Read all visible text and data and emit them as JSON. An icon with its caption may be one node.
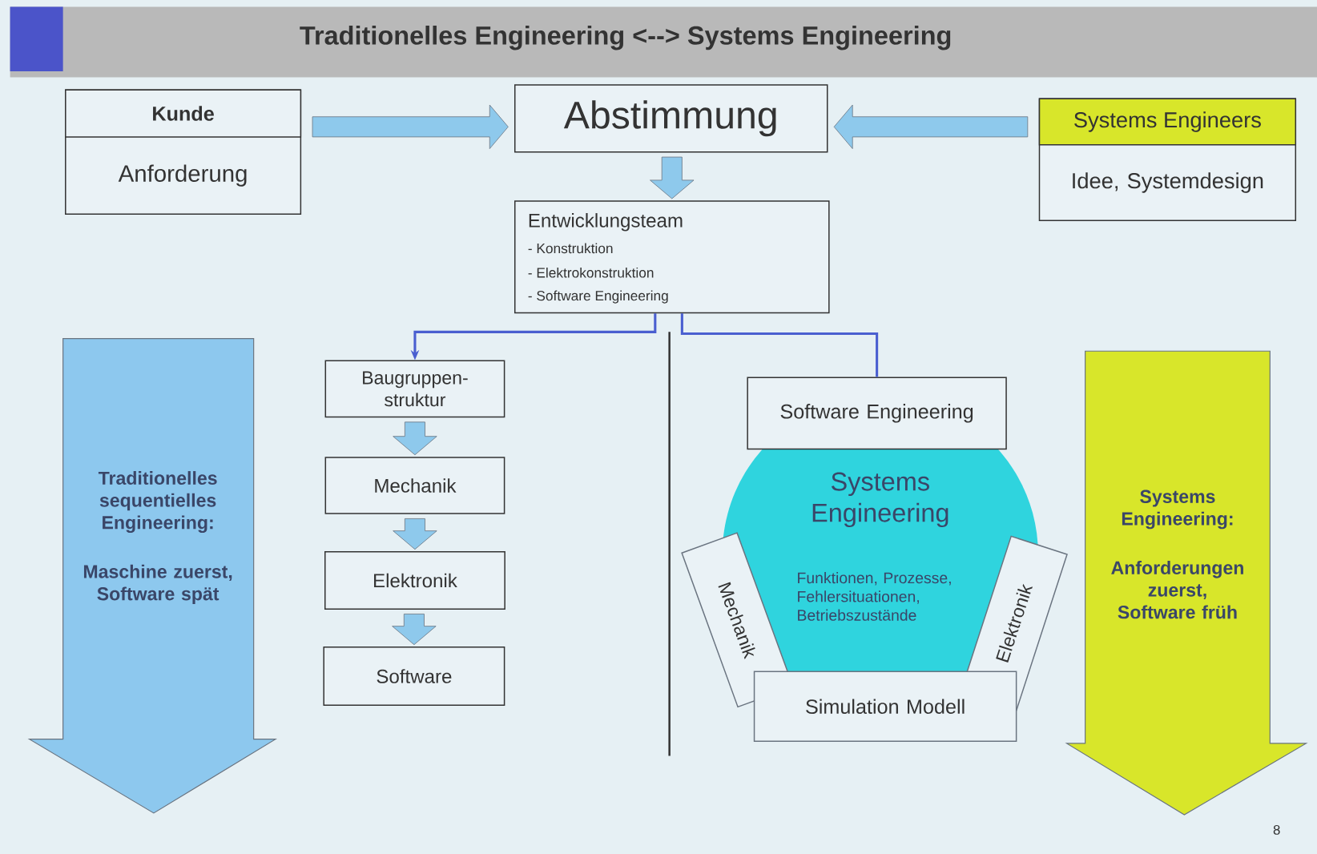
{
  "diagram": {
    "title": "Traditionelles Engineering <--> Systems Engineering",
    "nodes": [
      {
        "text": [
          "Kunde",
          "Anforderung"
        ]
      },
      {
        "text": [
          "Abstimmung"
        ]
      },
      {
        "text": [
          "Systems Engineers",
          "Idee, Systemdesign"
        ]
      },
      {
        "text": [
          "Entwicklungsteam",
          "- Konstruktion",
          "- Elektrokonstruktion",
          "- Software Engineering"
        ]
      },
      {
        "text": [
          "Traditionelles sequentielles Engineering:",
          "Maschine zuerst, Software spät"
        ]
      },
      {
        "text": [
          "Baugruppen- struktur"
        ]
      },
      {
        "text": [
          "Mechanik"
        ]
      },
      {
        "text": [
          "Elektronik"
        ]
      },
      {
        "text": [
          "Software"
        ]
      },
      {
        "text": [
          "Software Engineering"
        ]
      },
      {
        "text": [
          "Systems Engineering",
          "Funktionen, Prozesse, Fehlersituationen, Betriebszustände"
        ]
      },
      {
        "text": [
          "Mechanik"
        ]
      },
      {
        "text": [
          "Elektronik"
        ]
      },
      {
        "text": [
          "Simulation Modell"
        ]
      },
      {
        "text": [
          "Systems Engineering:",
          "Anforderungen zuerst, Software früh"
        ]
      }
    ],
    "edges": [
      {
        "from": 0,
        "to": 1,
        "arrow": "to",
        "style": "thick"
      },
      {
        "from": 2,
        "to": 1,
        "arrow": "to",
        "style": "thick"
      },
      {
        "from": 1,
        "to": 3,
        "arrow": "to",
        "style": "thick"
      },
      {
        "from": 3,
        "to": 5,
        "arrow": "to",
        "color": "#4a5fd0"
      },
      {
        "from": 3,
        "to": 9,
        "arrow": "none",
        "color": "#4a5fd0"
      },
      {
        "from": 5,
        "to": 6,
        "arrow": "to",
        "style": "thick"
      },
      {
        "from": 6,
        "to": 7,
        "arrow": "to",
        "style": "thick"
      },
      {
        "from": 7,
        "to": 8,
        "arrow": "to",
        "style": "thick"
      }
    ],
    "labels": [
      "8"
    ]
  }
}
